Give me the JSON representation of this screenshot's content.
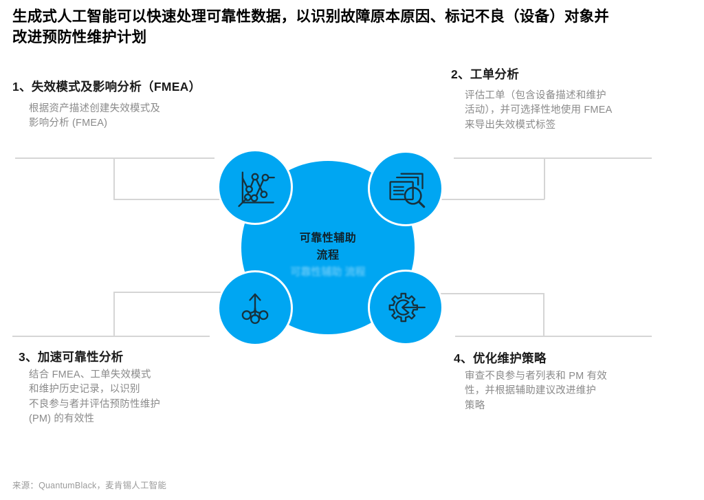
{
  "page": {
    "title": "生成式人工智能可以快速处理可靠性数据，以识别故障原本原因、标记不良（设备）对象并\n改进预防性维护计划",
    "source": "来源：QuantumBlack，麦肯锡人工智能"
  },
  "center": {
    "label": "可靠性辅助\n流程"
  },
  "sections": {
    "s1": {
      "heading": "1、失效模式及影响分析（FMEA）",
      "body": "根据资产描述创建失效模式及\n影响分析 (FMEA)"
    },
    "s2": {
      "heading": "2、工单分析",
      "body": "评估工单（包含设备描述和维护\n活动），并可选择性地使用 FMEA\n来导出失效模式标签"
    },
    "s3": {
      "heading": "3、加速可靠性分析",
      "body": "结合 FMEA、工单失效模式\n和维护历史记录，以识别\n不良参与者并评估预防性维护\n(PM) 的有效性"
    },
    "s4": {
      "heading": "4、优化维护策略",
      "body": "审查不良参与者列表和 PM 有效\n性，并根据辅助建议改进维护\n策略"
    }
  },
  "icons": {
    "top_left": "scatter-line-chart-icon",
    "top_right": "work-order-magnifier-icon",
    "bottom_left": "merge-branches-arrow-icon",
    "bottom_right": "gear-input-arrow-icon"
  },
  "colors": {
    "accent_blue": "#00A6F2",
    "icon_stroke": "#17323E",
    "heading_text": "#1A1A1A",
    "body_text": "#8A8A8A",
    "connector_gray": "#D5D5D5"
  }
}
